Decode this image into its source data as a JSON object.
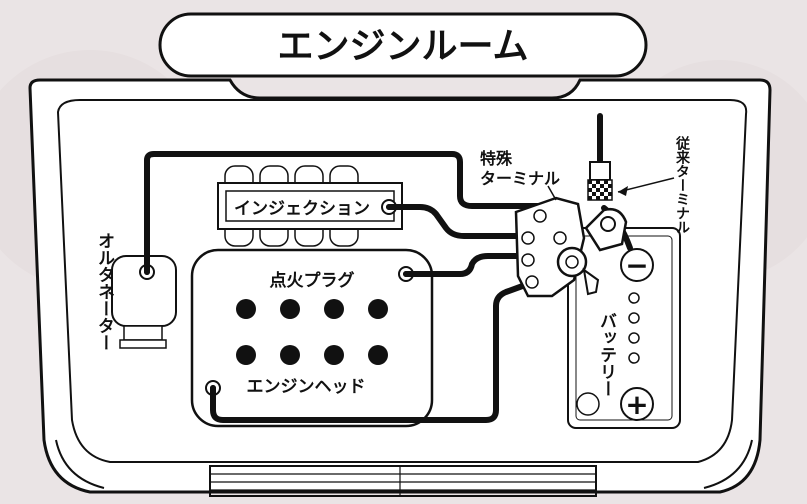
{
  "title": "エンジンルーム",
  "labels": {
    "special_terminal_line1": "特殊",
    "special_terminal_line2": "ターミナル",
    "conventional_terminal": "従来ターミナル",
    "injection": "インジェクション",
    "spark_plug": "点火プラグ",
    "engine_head": "エンジンヘッド",
    "alternator": "オルタネーター",
    "battery": "バッテリー",
    "minus_symbol": "−",
    "plus_symbol": "+"
  },
  "colors": {
    "line": "#111111",
    "panel": "#ffffff",
    "background": "#e9e4e4",
    "hatch": "#d9d6d6"
  }
}
